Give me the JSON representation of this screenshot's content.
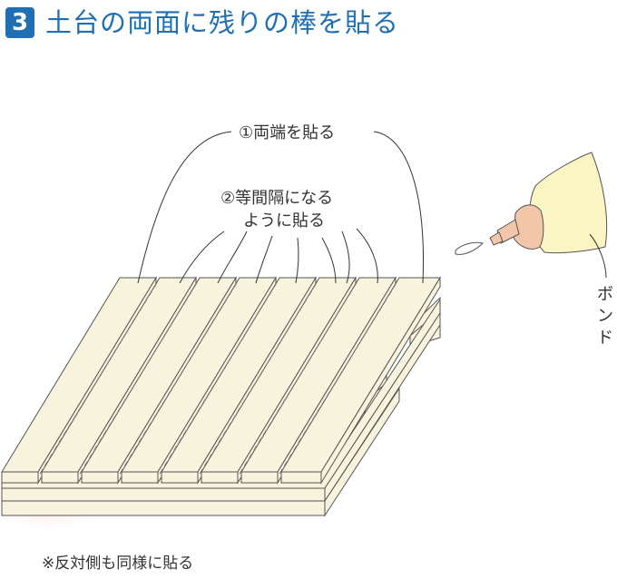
{
  "header": {
    "step_number": "3",
    "title": "土台の両面に残りの棒を貼る"
  },
  "callouts": {
    "both_ends": "①両端を貼る",
    "equal_spacing_line1": "②等間隔になる",
    "equal_spacing_line2": "ように貼る",
    "bond_label": [
      "ボ",
      "ン",
      "ド"
    ]
  },
  "footnote": "※反対側も同様に貼る",
  "colors": {
    "accent": "#1f6fb3",
    "wood_fill": "#f7f3dd",
    "outline": "#555555",
    "bottle_fill": "#fbf5c4",
    "nozzle_fill": "#f2c6a8"
  },
  "icons": [
    "glue-bottle-icon"
  ]
}
